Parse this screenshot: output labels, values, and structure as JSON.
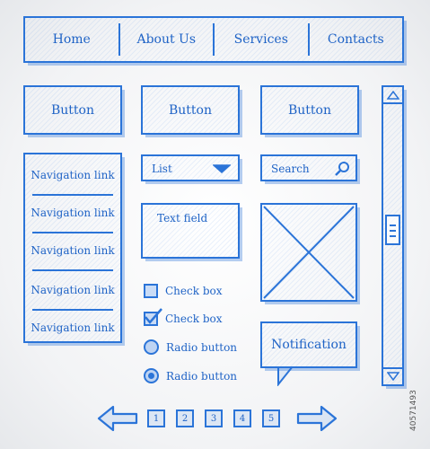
{
  "nav": {
    "items": [
      "Home",
      "About Us",
      "Services",
      "Contacts"
    ]
  },
  "buttons": [
    "Button",
    "Button",
    "Button"
  ],
  "sidebar": {
    "links": [
      "Navigation link",
      "Navigation link",
      "Navigation link",
      "Navigation link",
      "Navigation link"
    ]
  },
  "dropdown": {
    "label": "List"
  },
  "search": {
    "placeholder": "Search"
  },
  "textfield": {
    "placeholder": "Text field"
  },
  "checkboxes": [
    "Check box",
    "Check box"
  ],
  "radios": [
    "Radio button",
    "Radio button"
  ],
  "notification": {
    "label": "Notification"
  },
  "pagination": {
    "pages": [
      "1",
      "2",
      "3",
      "4",
      "5"
    ]
  },
  "watermark": "40571493",
  "colors": {
    "accent": "#2b74d8",
    "text": "#1f63c6"
  }
}
